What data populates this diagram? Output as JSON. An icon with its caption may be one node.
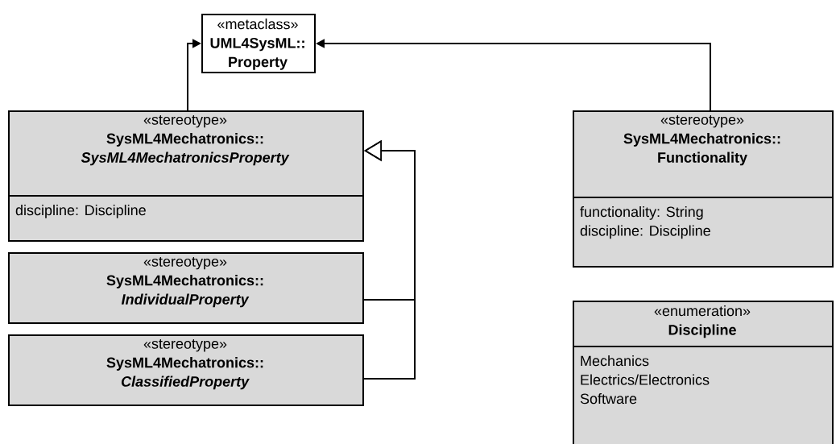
{
  "diagram": {
    "nodes": [
      {
        "text": [
          "«metaclass»",
          "UML4SysML:: Property"
        ]
      },
      {
        "text": [
          "«stereotype»",
          "SysML4Mechatronics:: *SysML4MechatronicsProperty*",
          "discipline: Discipline"
        ]
      },
      {
        "text": [
          "«stereotype»",
          "SysML4Mechatronics:: *IndividualProperty*"
        ]
      },
      {
        "text": [
          "«stereotype»",
          "SysML4Mechatronics:: *ClassifiedProperty*"
        ]
      },
      {
        "text": [
          "«stereotype»",
          "SysML4Mechatronics:: Functionality",
          "functionality: String",
          "discipline: Discipline"
        ]
      },
      {
        "text": [
          "«enumeration»",
          "Discipline",
          "Mechanics",
          "Electrics/Electronics",
          "Software"
        ]
      }
    ],
    "edges": [
      {
        "from": 1,
        "to": 0,
        "arrow": "to"
      },
      {
        "from": 4,
        "to": 0,
        "arrow": "to"
      },
      {
        "from": 2,
        "to": 1,
        "arrow": "to"
      },
      {
        "from": 3,
        "to": 1,
        "arrow": "to"
      }
    ]
  }
}
